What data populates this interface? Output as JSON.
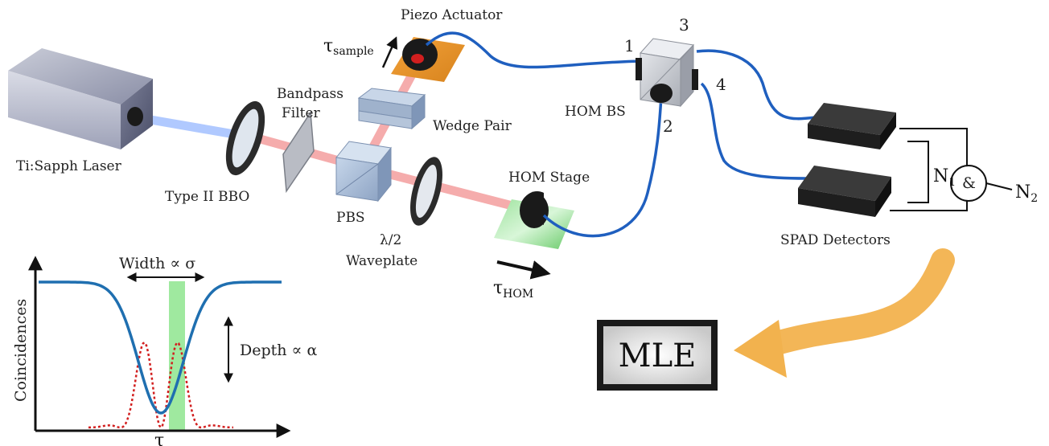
{
  "labels": {
    "laser": "Ti:Sapph Laser",
    "bbo": "Type II BBO",
    "bandpass_line1": "Bandpass",
    "bandpass_line2": "Filter",
    "pbs": "PBS",
    "waveplate_line1": "λ/2",
    "waveplate_line2": "Waveplate",
    "wedge": "Wedge Pair",
    "piezo": "Piezo Actuator",
    "hom_stage": "HOM Stage",
    "hom_bs": "HOM BS",
    "spad": "SPAD Detectors",
    "mle": "MLE"
  },
  "ports": {
    "p1": "1",
    "p2": "2",
    "p3": "3",
    "p4": "4"
  },
  "symbols": {
    "tau": "τ",
    "tau_sample_sub": "sample",
    "tau_hom_sub": "HOM",
    "n1": "N",
    "n1_sub": "1",
    "n2": "N",
    "n2_sub": "2",
    "and": "&"
  },
  "plot": {
    "ylabel": "Coincidences",
    "xlabel": "τ",
    "width_label": "Width ∝ σ",
    "depth_label": "Depth ∝ α"
  },
  "colors": {
    "fiber": "#1f5fbf",
    "beam_red": "#f08080",
    "beam_blue": "#a8c4ff",
    "curve_blue": "#1f6fb0",
    "curve_red": "#d21f1f",
    "highlight": "#8ee58e",
    "arrow": "#f2b24e"
  }
}
